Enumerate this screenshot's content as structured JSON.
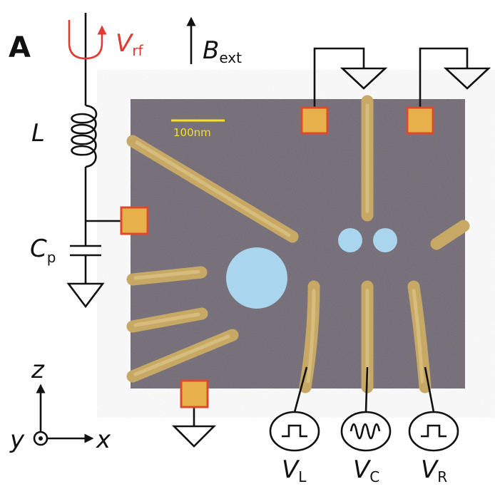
{
  "panel_label": "A",
  "rf_source": {
    "symbol": "V",
    "subscript": "rf",
    "color": "#e03a32"
  },
  "field": {
    "symbol": "B",
    "subscript": "ext"
  },
  "inductor": {
    "label": "L"
  },
  "capacitor": {
    "symbol": "C",
    "subscript": "p"
  },
  "scale_bar": {
    "label": "100nm",
    "color": "#f2e320"
  },
  "gate_sources": [
    {
      "symbol": "V",
      "subscript": "L",
      "waveform": "pulse"
    },
    {
      "symbol": "V",
      "subscript": "C",
      "waveform": "sine"
    },
    {
      "symbol": "V",
      "subscript": "R",
      "waveform": "pulse"
    }
  ],
  "axes": {
    "z": "z",
    "y": "y",
    "x": "x"
  },
  "colors": {
    "substrate": "#6d6670",
    "gate": "#c7a864",
    "dot": "#a9d5ee",
    "pad": "#e8b04a",
    "pad_border": "#dc4a2e"
  }
}
